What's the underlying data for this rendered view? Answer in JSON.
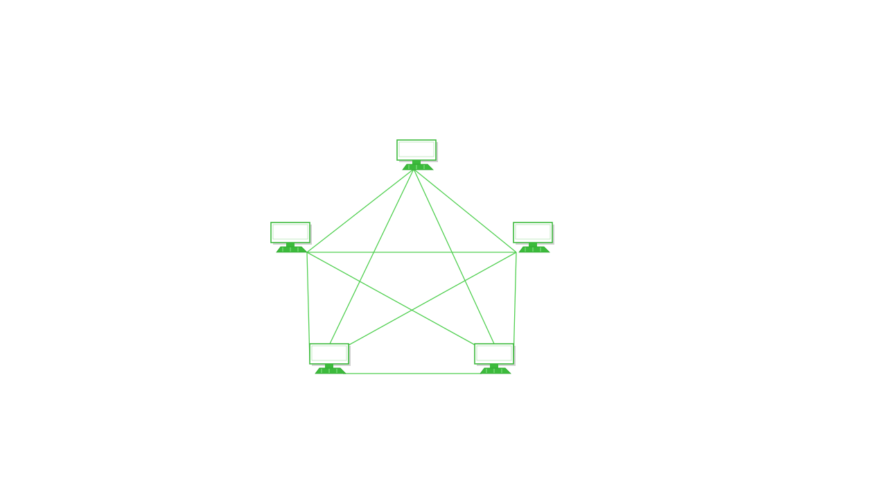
{
  "diagram": {
    "type": "mesh-network-topology",
    "colors": {
      "background": "#ffffff",
      "line": "#4fcf4f",
      "node_stroke": "#3cba3c",
      "node_fill": "#ffffff",
      "node_shadow": "#9a9a9a"
    },
    "nodes": [
      {
        "id": "top",
        "icon": "computer-icon"
      },
      {
        "id": "left",
        "icon": "computer-icon"
      },
      {
        "id": "right",
        "icon": "computer-icon"
      },
      {
        "id": "bottom-left",
        "icon": "computer-icon"
      },
      {
        "id": "bottom-right",
        "icon": "computer-icon"
      }
    ],
    "links": [
      [
        "top",
        "left"
      ],
      [
        "top",
        "right"
      ],
      [
        "top",
        "bottom-left"
      ],
      [
        "top",
        "bottom-right"
      ],
      [
        "left",
        "right"
      ],
      [
        "left",
        "bottom-left"
      ],
      [
        "left",
        "bottom-right"
      ],
      [
        "right",
        "bottom-left"
      ],
      [
        "right",
        "bottom-right"
      ],
      [
        "bottom-left",
        "bottom-right"
      ]
    ]
  }
}
